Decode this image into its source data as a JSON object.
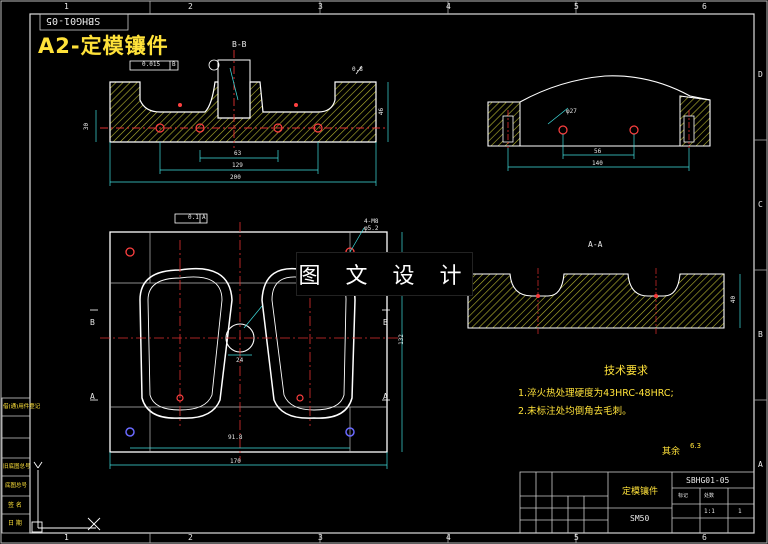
{
  "title": "A2-定模镶件",
  "drawing_number_top": "SBHG01-05",
  "watermark": "图 文 设 计",
  "border_numbers": [
    "1",
    "2",
    "3",
    "4",
    "5",
    "6"
  ],
  "border_letters": [
    "A",
    "B",
    "C",
    "D"
  ],
  "section_bb": "B-B",
  "section_aa": "A-A",
  "tolerance_box_1": "0.015",
  "tolerance_ref_1": "B",
  "tolerance_box_2": "0.1",
  "tolerance_ref_2": "A",
  "dimensions": {
    "d_63": "63",
    "d_129": "129",
    "d_200": "200",
    "d_30": "30",
    "d_46": "46",
    "d_56": "56",
    "d_140": "140",
    "d_24": "24",
    "d_91": "91.8",
    "d_170": "170",
    "d_4m8": "4-M8",
    "d_phi52": "φ5.2",
    "d_phi27": "φ27",
    "d_ra": "0.8",
    "d_40": "40",
    "d_132": "132"
  },
  "section_markers": {
    "a": "A",
    "b": "B"
  },
  "tech_title": "技术要求",
  "tech_req_1": "1.淬火热处理硬度为43HRC-48HRC;",
  "tech_req_2": "2.未标注处均倒角去毛刺。",
  "remaining_label": "其余",
  "remaining_value": "6.3",
  "title_block": {
    "part_name": "定模镶件",
    "drawing_no": "SBHG01-05",
    "material": "SM50",
    "col_a": "标记",
    "col_b": "处数",
    "scale": "1:1",
    "sheet": "1"
  },
  "left_strip": [
    "借(通)用件登记",
    "",
    "旧底图总号",
    "",
    "底图总号",
    "签 名",
    "日 期"
  ],
  "colors": {
    "line": "#ffffff",
    "hatch": "#c8c83a",
    "center": "#e03030",
    "cyan": "#40e0e0",
    "yellow": "#ffe23a",
    "blue": "#4a6cff",
    "magenta": "#d030d0"
  }
}
